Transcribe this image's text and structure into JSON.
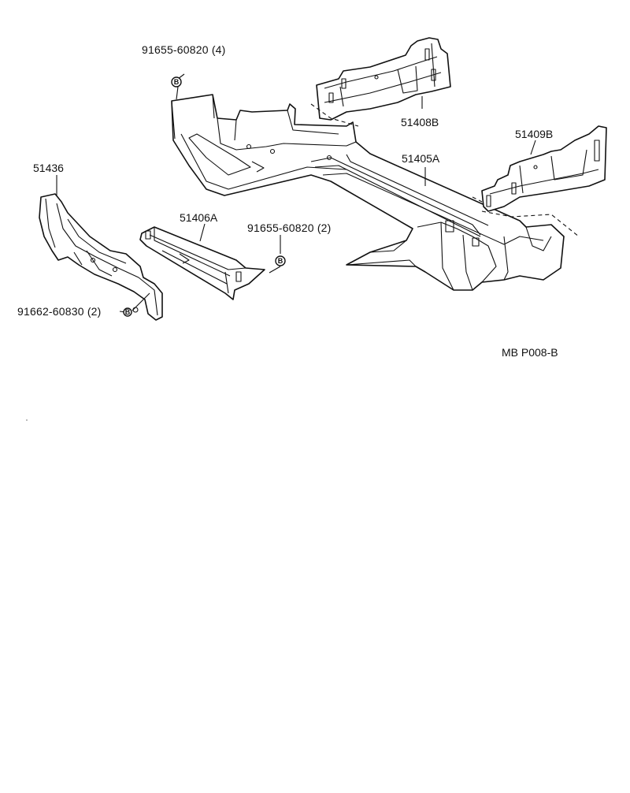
{
  "diagram": {
    "drawing_code": "MB P008-B",
    "parts": [
      {
        "key": "main_crossmember",
        "part_number": "51405A"
      },
      {
        "key": "front_under_cover_rh",
        "part_number": "51408B"
      },
      {
        "key": "front_under_cover_lh",
        "part_number": "51409B"
      },
      {
        "key": "cross_brace",
        "part_number": "51406A"
      },
      {
        "key": "side_shield",
        "part_number": "51436"
      }
    ],
    "fasteners": [
      {
        "key": "bolt_top",
        "label": "91655-60820 (4)",
        "marker": "B"
      },
      {
        "key": "bolt_mid",
        "label": "91655-60820 (2)",
        "marker": "B"
      },
      {
        "key": "bolt_left",
        "label": "91662-60830 (2)",
        "marker": "B"
      }
    ]
  }
}
